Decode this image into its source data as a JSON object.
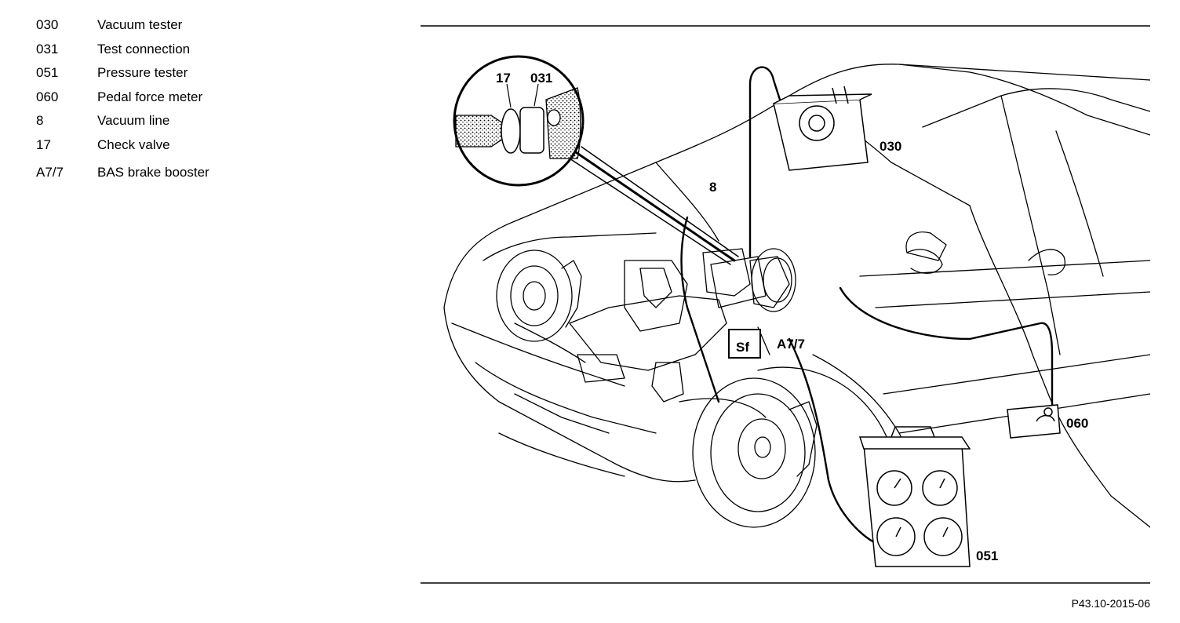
{
  "legend": [
    {
      "code": "030",
      "desc": "Vacuum tester"
    },
    {
      "code": "031",
      "desc": "Test connection"
    },
    {
      "code": "051",
      "desc": "Pressure tester"
    },
    {
      "code": "060",
      "desc": "Pedal force meter"
    },
    {
      "code": "8",
      "desc": "Vacuum line"
    },
    {
      "code": "17",
      "desc": "Check valve"
    },
    {
      "code": "A7/7",
      "desc": "BAS brake booster"
    }
  ],
  "callouts": {
    "c17": "17",
    "c031": "031",
    "c8": "8",
    "c030": "030",
    "cA77": "A7/7",
    "c060": "060",
    "c051": "051",
    "sf": "Sf"
  },
  "figure_ref": "P43.10-2015-06"
}
